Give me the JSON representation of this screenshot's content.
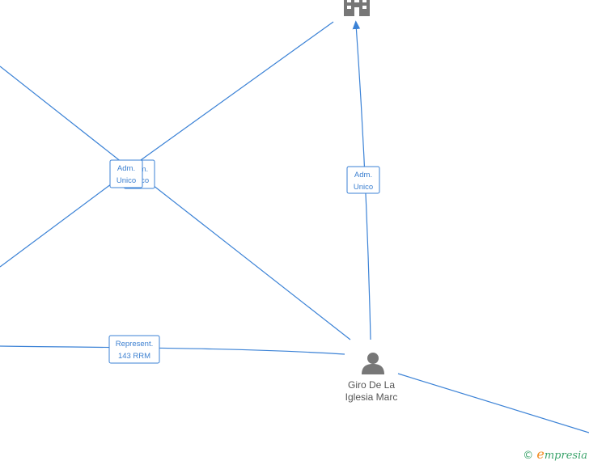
{
  "edge_labels": {
    "adm1": [
      "Adm.",
      "Unico"
    ],
    "adm_hidden": [
      "Adm.",
      "Unico"
    ],
    "adm2": [
      "Adm.",
      "Unico"
    ],
    "repr": [
      "Represent.",
      "143 RRM"
    ]
  },
  "person": {
    "name_line1": "Giro De La",
    "name_line2": "Iglesia Marc",
    "icon": "person-icon"
  },
  "company_icon": "building-icon",
  "colors": {
    "edge": "#3b82d6",
    "node": "#777777",
    "brand_green": "#3aa36a",
    "brand_orange": "#f28a1e"
  },
  "footer": {
    "copyright_symbol": "©",
    "brand_first": "e",
    "brand_rest": "mpresia"
  }
}
